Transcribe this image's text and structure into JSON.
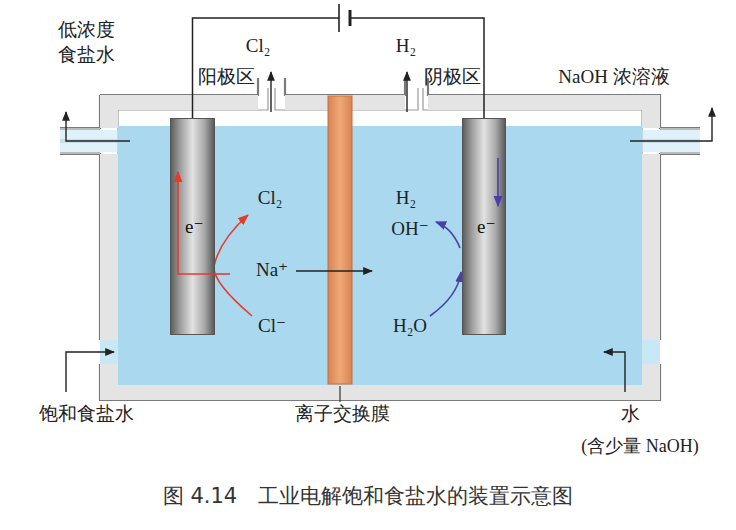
{
  "diagram": {
    "caption": "图 4.14　工业电解饱和食盐水的装置示意图",
    "nodes": [
      {
        "text": [
          "e⁻"
        ]
      },
      {
        "text": [
          "e⁻"
        ]
      }
    ],
    "edges": [
      {
        "from": 0,
        "to": 1,
        "arrow": "none"
      }
    ],
    "labels": [
      "低浓度 食盐水",
      "Cl₂",
      "阳极区",
      "H₂",
      "阴极区",
      "NaOH 浓溶液",
      "Cl₂",
      "Na⁺",
      "Cl⁻",
      "H₂",
      "OH⁻",
      "H₂O",
      "饱和食盐水",
      "离子交换膜",
      "水",
      "(含少量 NaOH)"
    ]
  }
}
